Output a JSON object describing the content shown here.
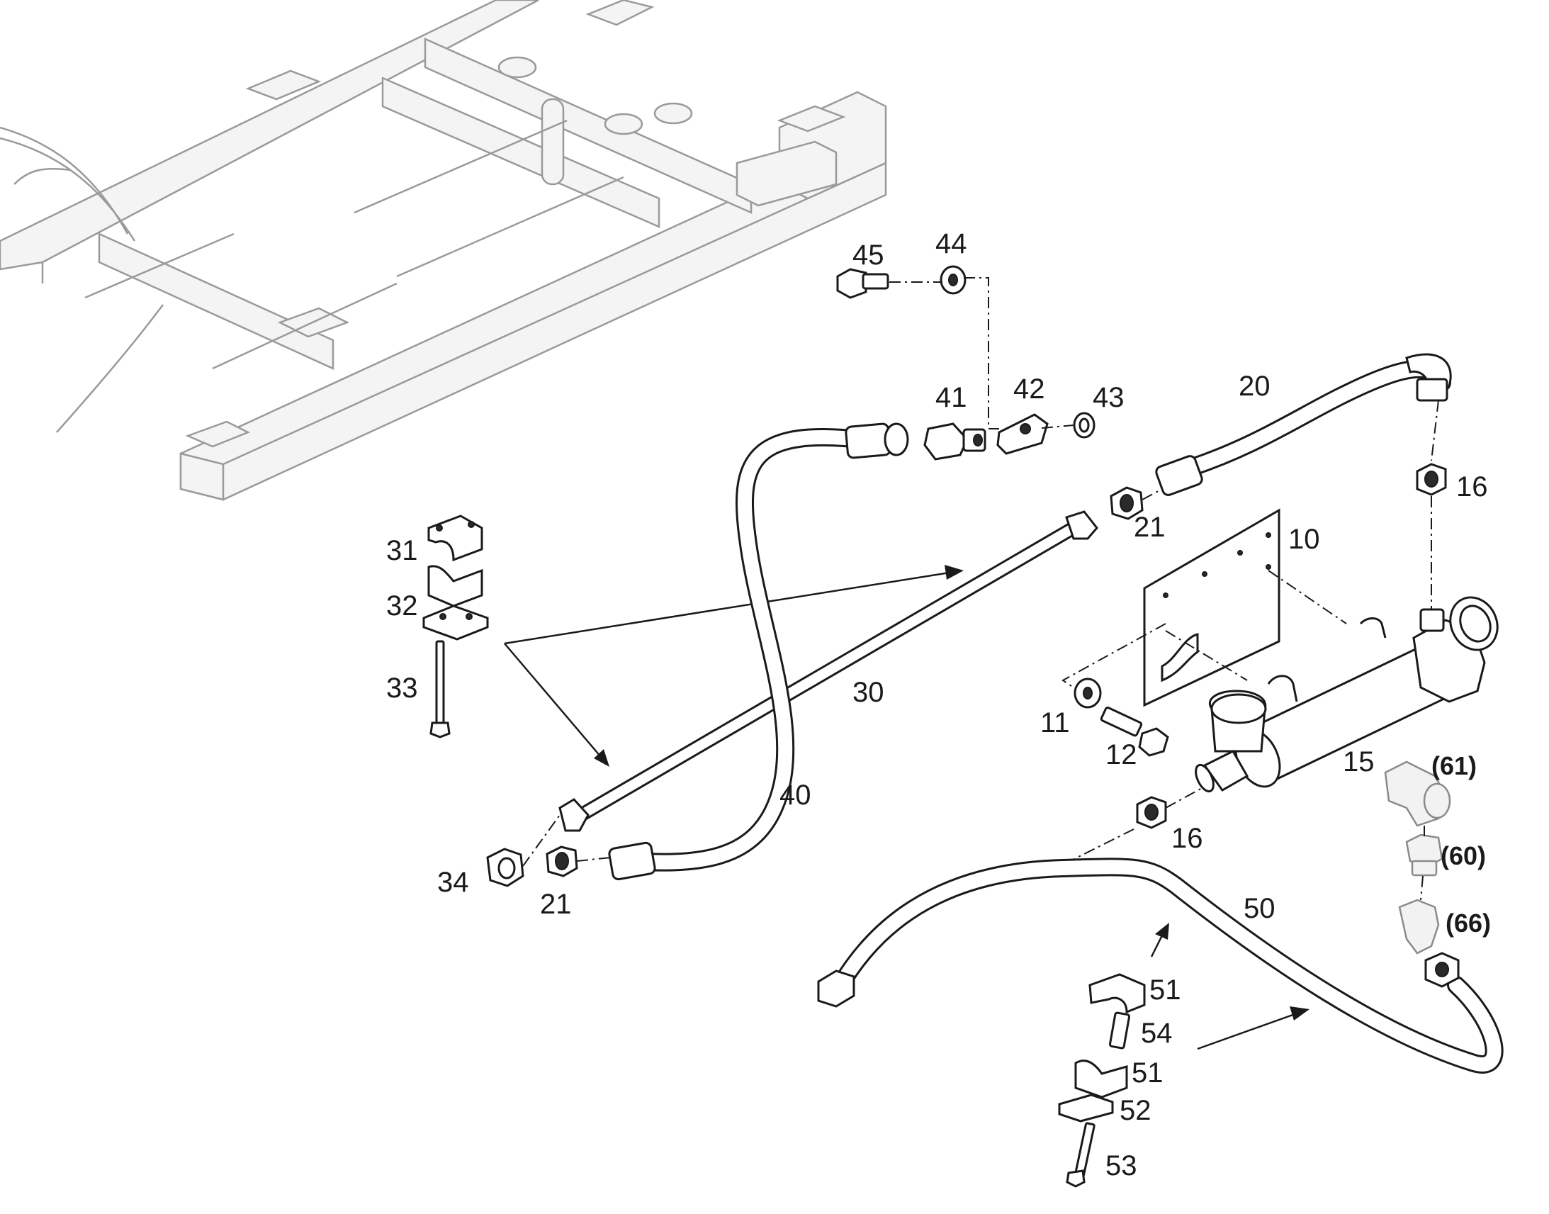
{
  "diagram": {
    "part_labels": {
      "p10": "10",
      "p11": "11",
      "p12": "12",
      "p15": "15",
      "p16a": "16",
      "p16b": "16",
      "p20": "20",
      "p21a": "21",
      "p21b": "21",
      "p30": "30",
      "p31": "31",
      "p32": "32",
      "p33": "33",
      "p34": "34",
      "p40": "40",
      "p41": "41",
      "p42": "42",
      "p43": "43",
      "p44": "44",
      "p45": "45",
      "p50": "50",
      "p51a": "51",
      "p51b": "51",
      "p52": "52",
      "p53": "53",
      "p54": "54",
      "p60": "(60)",
      "p61": "(61)",
      "p66": "(66)"
    }
  }
}
